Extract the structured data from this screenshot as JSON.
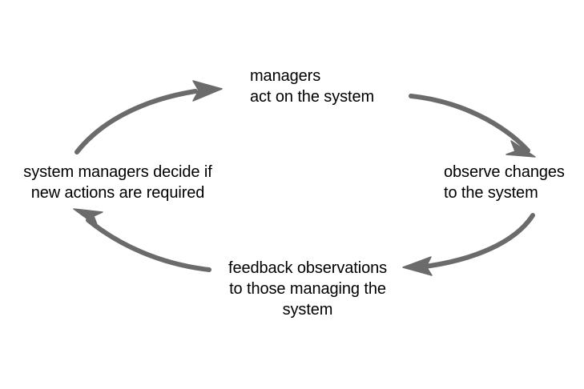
{
  "diagram": {
    "title": "system management feedback cycle",
    "type": "circular-feedback-loop",
    "direction": "clockwise",
    "background_color": "#ffffff",
    "text_color": "#000000",
    "arrow_color": "#6b6b6b",
    "nodes": [
      {
        "id": "top",
        "position": "top",
        "text": "managers\nact on the system",
        "lines": [
          "managers",
          "act on the system"
        ],
        "align": "left"
      },
      {
        "id": "right",
        "position": "right",
        "text": "observe changes\nto the system",
        "lines": [
          "observe changes",
          "to the system"
        ],
        "align": "left"
      },
      {
        "id": "bottom",
        "position": "bottom",
        "text": "feedback observations\nto those managing the\nsystem",
        "lines": [
          "feedback observations",
          "to those managing the",
          "system"
        ],
        "align": "center"
      },
      {
        "id": "left",
        "position": "left",
        "text": "system managers decide if\nnew actions are required",
        "lines": [
          "system managers decide if",
          "new actions are required"
        ],
        "align": "center"
      }
    ],
    "arrows": [
      {
        "id": "top-to-right",
        "from": "top",
        "to": "right",
        "label": "managers act on the system leads to observe changes to the system"
      },
      {
        "id": "right-to-bottom",
        "from": "right",
        "to": "bottom",
        "label": "observe changes to the system leads to feedback observations"
      },
      {
        "id": "bottom-to-left",
        "from": "bottom",
        "to": "left",
        "label": "feedback observations leads to system managers decide if new actions are required"
      },
      {
        "id": "left-to-top",
        "from": "left",
        "to": "top",
        "label": "system managers decide leads to managers act on the system"
      }
    ]
  }
}
